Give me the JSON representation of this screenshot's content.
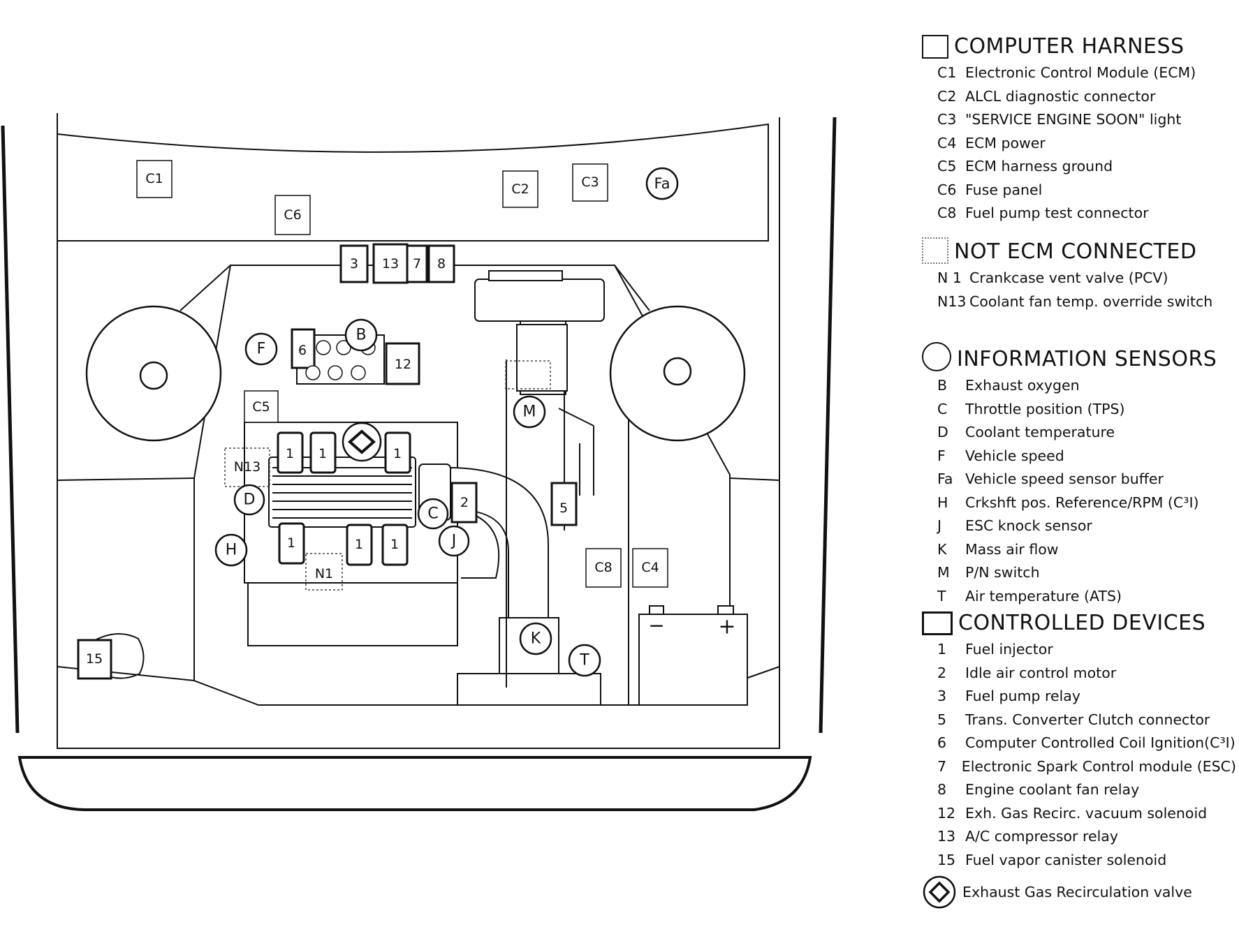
{
  "diagram_labels": {
    "C1": "C1",
    "C2": "C2",
    "C3": "C3",
    "C4": "C4",
    "C5": "C5",
    "C6": "C6",
    "C8": "C8",
    "Fa": "Fa",
    "N13": "N13",
    "N1": "N1",
    "r3": "3",
    "r13": "13",
    "r7": "7",
    "r8": "8",
    "r6": "6",
    "r12": "12",
    "r2": "2",
    "r5": "5",
    "r15": "15",
    "inj": "1",
    "B": "B",
    "F": "F",
    "D": "D",
    "C": "C",
    "J": "J",
    "H": "H",
    "M": "M",
    "K": "K",
    "T": "T",
    "minus": "−",
    "plus": "+"
  },
  "legend": {
    "computer_harness": {
      "title": "COMPUTER HARNESS",
      "items": [
        {
          "code": "C1",
          "text": "Electronic Control Module (ECM)"
        },
        {
          "code": "C2",
          "text": "ALCL diagnostic connector"
        },
        {
          "code": "C3",
          "text": "\"SERVICE ENGINE SOON\" light"
        },
        {
          "code": "C4",
          "text": "ECM power"
        },
        {
          "code": "C5",
          "text": "ECM harness ground"
        },
        {
          "code": "C6",
          "text": "Fuse panel"
        },
        {
          "code": "C8",
          "text": "Fuel pump test connector"
        }
      ]
    },
    "not_ecm": {
      "title": "NOT ECM CONNECTED",
      "items": [
        {
          "code": "N 1",
          "text": "Crankcase vent valve (PCV)"
        },
        {
          "code": "N13",
          "text": "Coolant fan temp. override switch"
        }
      ]
    },
    "info_sensors": {
      "title": "INFORMATION SENSORS",
      "items": [
        {
          "code": "B",
          "text": "Exhaust oxygen"
        },
        {
          "code": "C",
          "text": "Throttle position (TPS)"
        },
        {
          "code": "D",
          "text": "Coolant temperature"
        },
        {
          "code": "F",
          "text": "Vehicle speed"
        },
        {
          "code": "Fa",
          "text": "Vehicle speed sensor buffer"
        },
        {
          "code": "H",
          "text": "Crkshft pos. Reference/RPM (C³I)"
        },
        {
          "code": "J",
          "text": "ESC knock sensor"
        },
        {
          "code": "K",
          "text": "Mass air flow"
        },
        {
          "code": "M",
          "text": "P/N switch"
        },
        {
          "code": "T",
          "text": "Air temperature (ATS)"
        }
      ]
    },
    "controlled_devices": {
      "title": "CONTROLLED DEVICES",
      "items": [
        {
          "code": "1",
          "text": "Fuel injector"
        },
        {
          "code": "2",
          "text": "Idle air control motor"
        },
        {
          "code": "3",
          "text": "Fuel pump relay"
        },
        {
          "code": "5",
          "text": "Trans. Converter Clutch connector"
        },
        {
          "code": "6",
          "text": "Computer Controlled Coil Ignition(C³I)"
        },
        {
          "code": "7",
          "text": "Electronic Spark Control module (ESC)"
        },
        {
          "code": "8",
          "text": "Engine coolant fan relay"
        },
        {
          "code": "12",
          "text": "Exh. Gas Recirc. vacuum solenoid"
        },
        {
          "code": "13",
          "text": "A/C compressor relay"
        },
        {
          "code": "15",
          "text": "Fuel vapor canister solenoid"
        }
      ]
    },
    "egr": "Exhaust Gas Recirculation valve"
  }
}
